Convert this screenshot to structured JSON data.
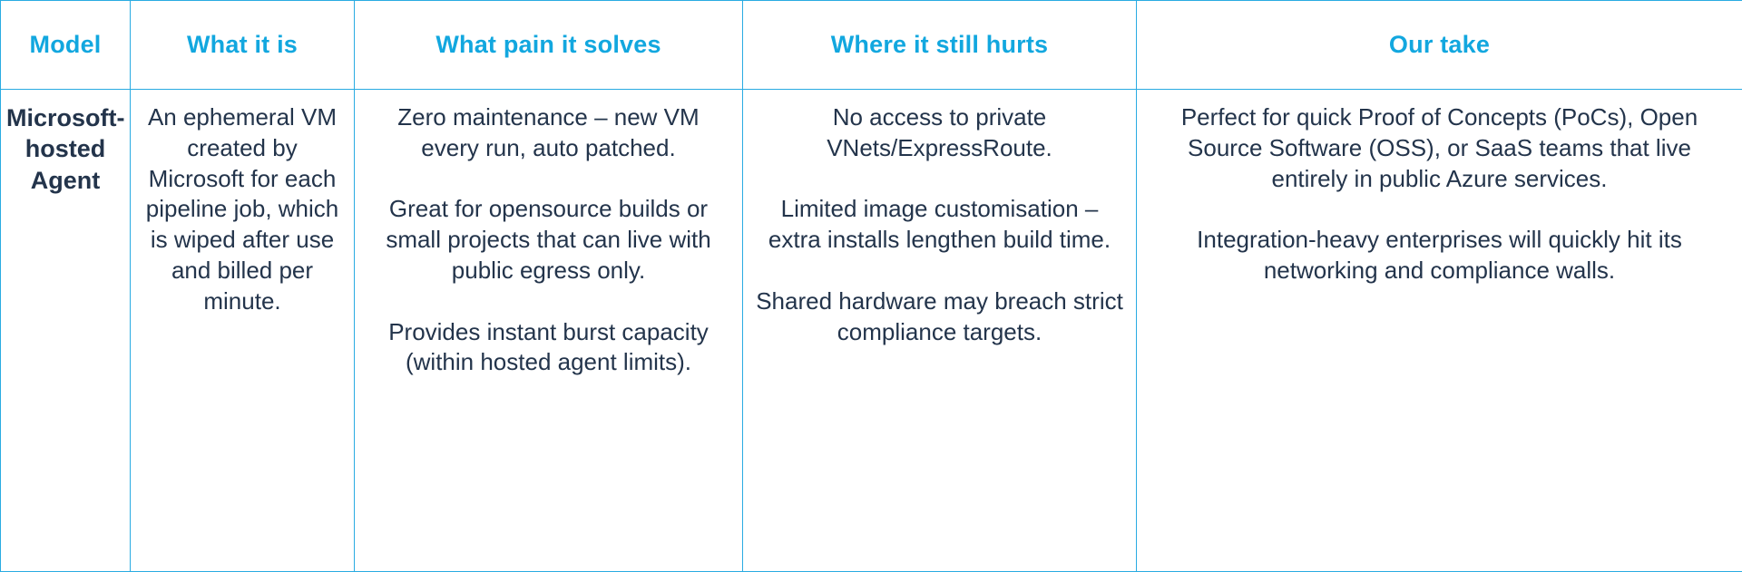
{
  "table": {
    "headers": [
      {
        "id": "model",
        "label": "Model"
      },
      {
        "id": "what",
        "label": "What it is"
      },
      {
        "id": "pain",
        "label": "What pain it solves"
      },
      {
        "id": "hurts",
        "label": "Where it still hurts"
      },
      {
        "id": "take",
        "label": "Our take"
      }
    ],
    "rows": [
      {
        "model": "Microsoft-hosted Agent",
        "what_it_is": [
          "An ephemeral VM created by Microsoft for each pipeline job, which is wiped after use and billed per minute."
        ],
        "what_pain_it_solves": [
          "Zero maintenance – new VM every run, auto patched.",
          "Great for opensource builds or small projects that can live with public egress only.",
          "Provides instant burst capacity (within hosted agent limits)."
        ],
        "where_it_still_hurts": [
          "No access to private VNets/ExpressRoute.",
          "Limited image customisation – extra installs lengthen build time.",
          "Shared hardware may breach strict compliance targets."
        ],
        "our_take": [
          "Perfect for quick Proof of Concepts (PoCs), Open Source Software (OSS), or SaaS teams that live entirely in public Azure services.",
          "Integration-heavy enterprises will quickly hit its networking and compliance walls."
        ]
      }
    ]
  },
  "colors": {
    "header_text": "#12A7DF",
    "border": "#29ABE2",
    "body_text": "#23344B",
    "background": "#FFFFFF"
  }
}
